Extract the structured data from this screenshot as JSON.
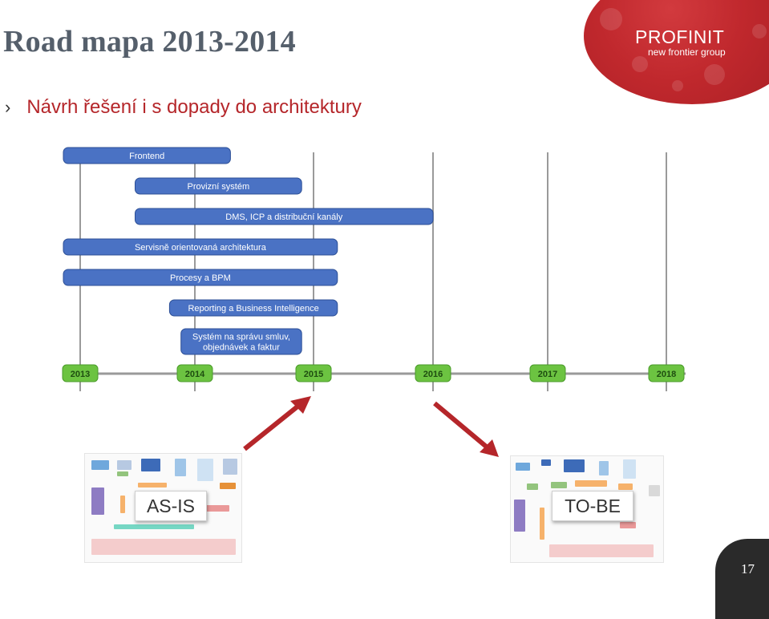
{
  "slide": {
    "title": "Road mapa 2013-2014",
    "subtitle": "Návrh řešení i s dopady do architektury",
    "bullet": "›",
    "page_number": "17"
  },
  "logo": {
    "name": "PROFINIT",
    "tagline": "new frontier group",
    "color": "#c0282d"
  },
  "roadmap": {
    "years": [
      "2013",
      "2014",
      "2015",
      "2016",
      "2017",
      "2018"
    ],
    "bars": [
      {
        "lines": [
          "Frontend"
        ],
        "start": 2013,
        "end": 2014.3
      },
      {
        "lines": [
          "Provizní systém"
        ],
        "start": 2013.5,
        "end": 2014.9
      },
      {
        "lines": [
          "DMS, ICP a distribuční kanály"
        ],
        "start": 2013.5,
        "end": 2016.0
      },
      {
        "lines": [
          "Servisně orientovaná architektura"
        ],
        "start": 2013,
        "end": 2015.2
      },
      {
        "lines": [
          "Procesy a BPM"
        ],
        "start": 2013,
        "end": 2015.2
      },
      {
        "lines": [
          "Reporting a Business Intelligence"
        ],
        "start": 2013.8,
        "end": 2015.2
      },
      {
        "lines": [
          "Systém na správu smluv,",
          "objednávek a faktur"
        ],
        "start": 2013.9,
        "end": 2014.9
      }
    ],
    "bar_color": "#4a72c4",
    "year_color": "#6cc341",
    "arrow_color": "#b5262a"
  },
  "states": {
    "as_is": "AS-IS",
    "to_be": "TO-BE"
  }
}
